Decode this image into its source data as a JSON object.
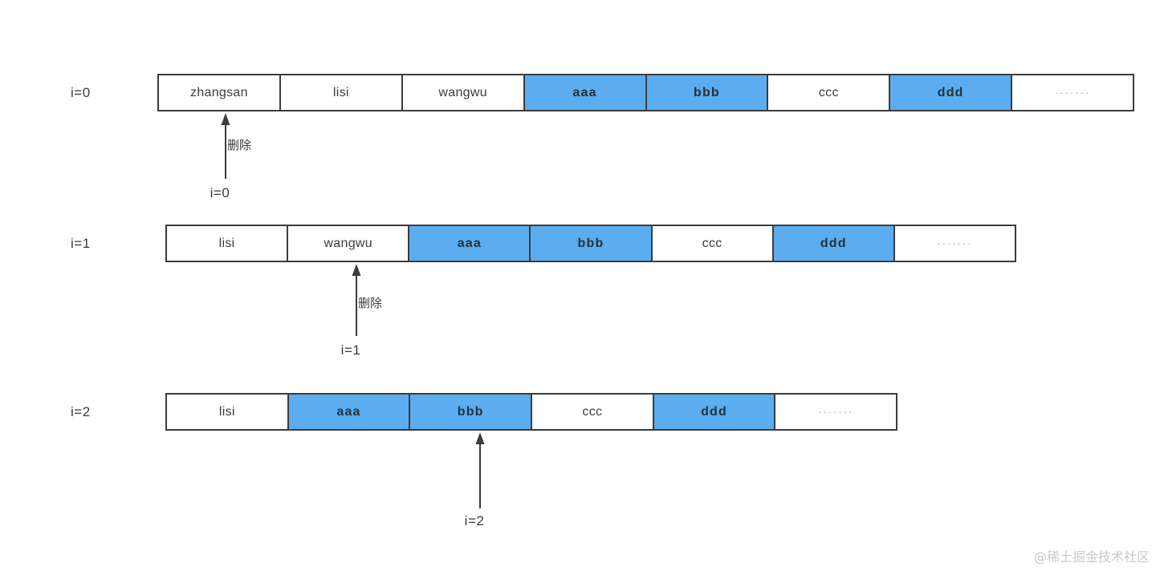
{
  "diagram": {
    "title": "ArrayList remove loop index shift illustration",
    "colors": {
      "highlight_fill": "#5badef",
      "cell_border": "#3c3c3c",
      "text": "#3b3b3b",
      "watermark": "#c9c9c9"
    },
    "rows": [
      {
        "label": "i=0",
        "cells": [
          {
            "text": "zhangsan",
            "highlight": false
          },
          {
            "text": "lisi",
            "highlight": false
          },
          {
            "text": "wangwu",
            "highlight": false
          },
          {
            "text": "aaa",
            "highlight": true
          },
          {
            "text": "bbb",
            "highlight": true
          },
          {
            "text": "ccc",
            "highlight": false
          },
          {
            "text": "ddd",
            "highlight": true
          },
          {
            "text": "·······",
            "highlight": false
          }
        ],
        "pointer": {
          "note": "删除",
          "caption": "i=0"
        }
      },
      {
        "label": "i=1",
        "cells": [
          {
            "text": "lisi",
            "highlight": false
          },
          {
            "text": "wangwu",
            "highlight": false
          },
          {
            "text": "aaa",
            "highlight": true
          },
          {
            "text": "bbb",
            "highlight": true
          },
          {
            "text": "ccc",
            "highlight": false
          },
          {
            "text": "ddd",
            "highlight": true
          },
          {
            "text": "·······",
            "highlight": false
          }
        ],
        "pointer": {
          "note": "删除",
          "caption": "i=1"
        }
      },
      {
        "label": "i=2",
        "cells": [
          {
            "text": "lisi",
            "highlight": false
          },
          {
            "text": "aaa",
            "highlight": true
          },
          {
            "text": "bbb",
            "highlight": true
          },
          {
            "text": "ccc",
            "highlight": false
          },
          {
            "text": "ddd",
            "highlight": true
          },
          {
            "text": "·······",
            "highlight": false
          }
        ],
        "pointer": {
          "note": "",
          "caption": "i=2"
        }
      }
    ],
    "watermark": "@稀土掘金技术社区"
  }
}
